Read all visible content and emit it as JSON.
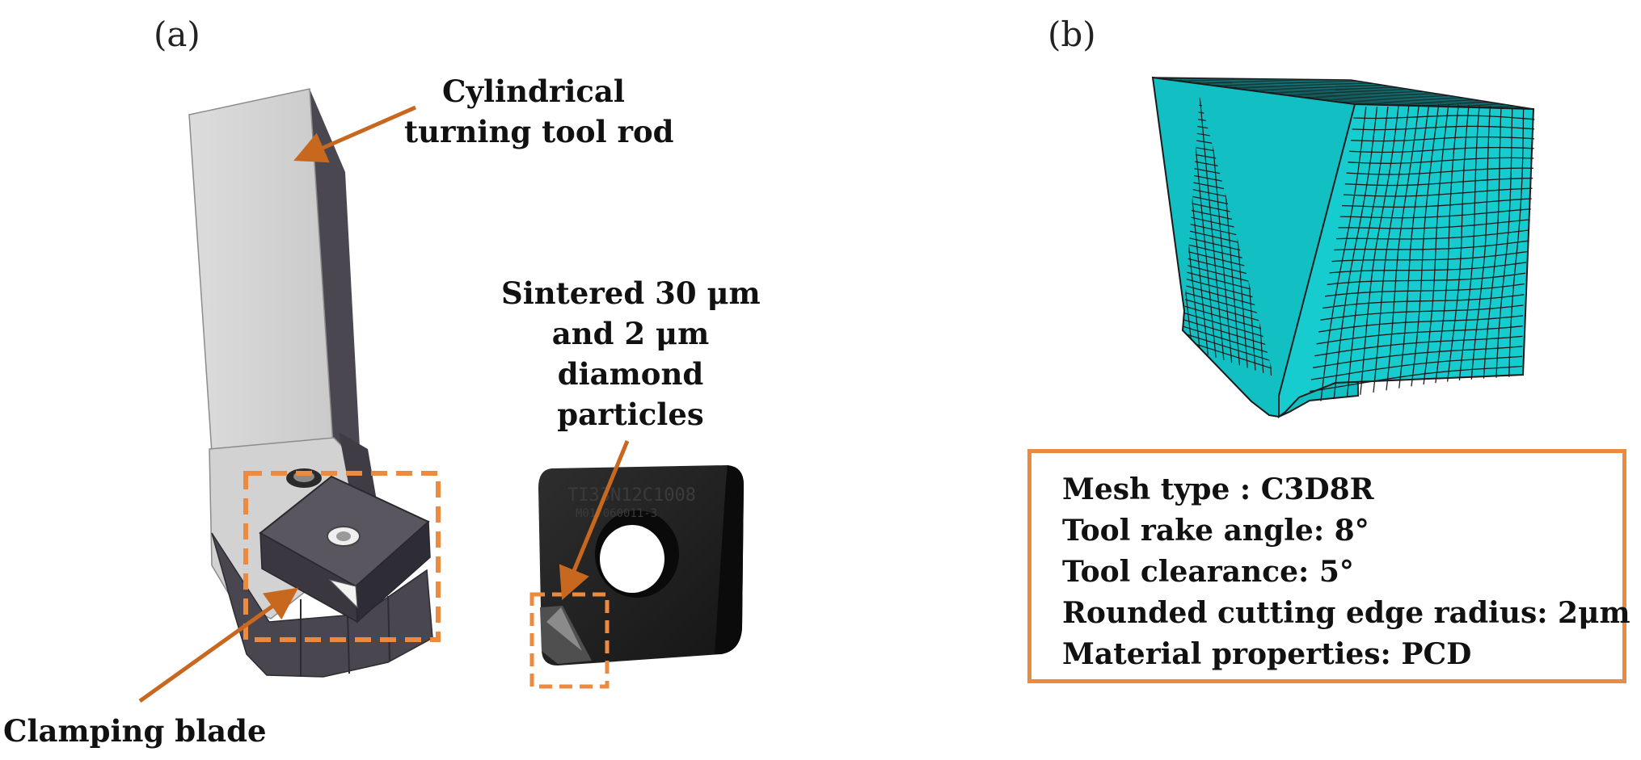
{
  "panels": {
    "a": {
      "label": "(a)"
    },
    "b": {
      "label": "(b)"
    }
  },
  "callouts": {
    "tool_rod": [
      "Cylindrical",
      "turning tool rod"
    ],
    "diamond": [
      "Sintered 30 μm",
      "and 2 μm",
      "diamond",
      "particles"
    ],
    "clamping": [
      "Clamping blade"
    ]
  },
  "insert_marking": [
    "TI33N12C1008",
    "M017060011-3"
  ],
  "spec_box": {
    "lines": [
      "Mesh type : C3D8R",
      "Tool rake angle:  8°",
      "Tool clearance:  5°",
      "Rounded cutting edge radius:  2μm",
      "Material properties:  PCD"
    ]
  },
  "colors": {
    "arrow": "#c8681f",
    "dashed_box": "#ec8a3f",
    "mesh_fill": "#13c8cb",
    "mesh_fill_dark": "#0fa9ad",
    "mesh_line": "#1b1b1b"
  },
  "icons": {
    "tool_holder": "tool-holder-illustration",
    "insert": "pcd-insert-illustration",
    "mesh": "fem-mesh-illustration"
  }
}
